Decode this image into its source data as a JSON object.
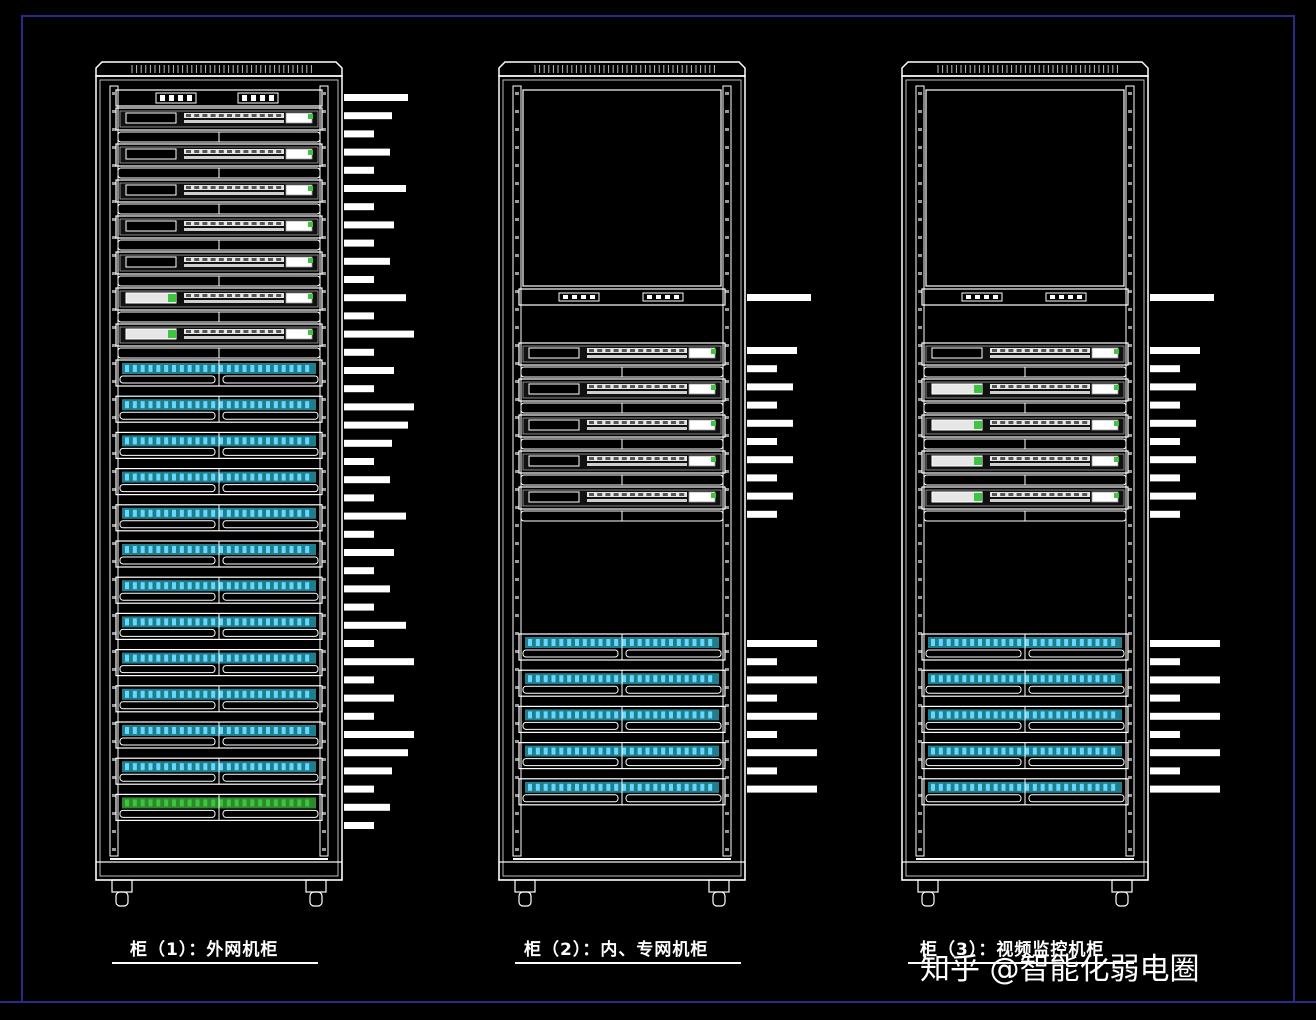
{
  "colors": {
    "background": "#000000",
    "frame_line": "#ffffff",
    "border_line": "#2a2a8a",
    "device_fill": "#e6e6e6",
    "patch_fill": "#1f7d8c",
    "patch_port": "#66d8ff",
    "patch_green": "#3ec43e",
    "leader_line": "#ffffff"
  },
  "cabinets": [
    {
      "caption": "柜（1）：外网机柜",
      "units": [
        "switch",
        "switch",
        "switch",
        "switch",
        "switch",
        "switch_green",
        "switch_green",
        "patch",
        "patch",
        "patch",
        "patch",
        "patch",
        "patch",
        "patch",
        "patch",
        "patch",
        "patch",
        "patch",
        "patch",
        "patch_green"
      ]
    },
    {
      "caption": "柜（2）：内、专网机柜",
      "units": [
        "empty_top",
        "pdu",
        "switch",
        "switch",
        "switch",
        "switch",
        "switch",
        "empty",
        "patch",
        "patch",
        "patch",
        "patch",
        "patch"
      ]
    },
    {
      "caption": "柜（3）：视频监控机柜",
      "units": [
        "empty_top",
        "pdu",
        "switch",
        "switch_green",
        "switch_green",
        "switch_green",
        "switch_green",
        "empty",
        "patch",
        "patch",
        "patch",
        "patch",
        "patch"
      ]
    }
  ],
  "watermark": {
    "text": "知乎 @智能化弱电圈",
    "icon": "zhihu-logo-icon"
  }
}
